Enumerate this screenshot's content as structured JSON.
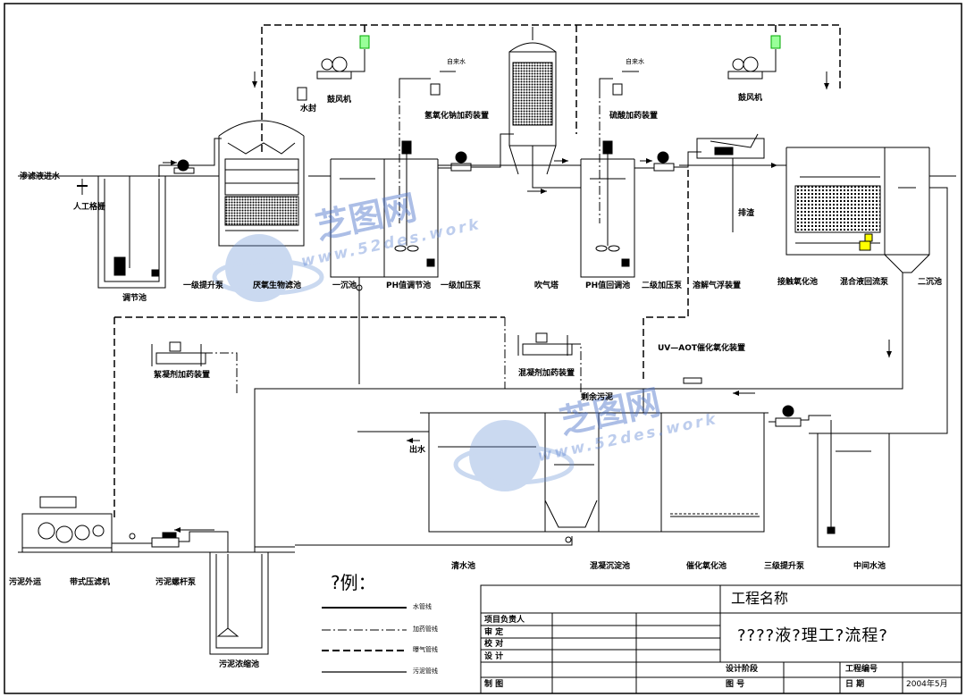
{
  "diagram": {
    "inlet_label": "渗滤液进水",
    "units": {
      "manual_screen": "人工格栅",
      "regulating_tank": "调节池",
      "primary_lift_pump": "一级提升泵",
      "anaerobic_filter": "厌氧生物滤池",
      "primary_settling": "一沉池",
      "ph_adjust_tank": "PH值调节池",
      "primary_booster_pump": "一级加压泵",
      "stripping_tower": "吹气塔",
      "ph_return_tank": "PH值回调池",
      "secondary_booster_pump": "二级加压泵",
      "dissolved_air_flotation": "溶解气浮装置",
      "contact_oxidation": "接触氧化池",
      "mixed_liquor_pump": "混合液回流泵",
      "secondary_settling": "二沉池",
      "blower_left": "鼓风机",
      "blower_right": "鼓风机",
      "water_seal": "水封",
      "naoh_dosing": "氢氧化钠加药装置",
      "acid_dosing": "硫酸加药装置",
      "tap_water_1": "自来水",
      "tap_water_2": "自来水",
      "discharge": "排渣",
      "pac_dosing": "絮凝剂加药装置",
      "coagulant_dosing": "混凝剂加药装置",
      "uv_aot": "UV—AOT催化氧化装置",
      "excess_sludge": "剩余污泥",
      "outlet": "出水",
      "clear_water_tank": "清水池",
      "coag_settling": "混凝沉淀池",
      "catalytic_oxidation": "催化氧化池",
      "tertiary_lift_pump": "三级提升泵",
      "intermediate_tank": "中间水池",
      "sludge_export": "污泥外运",
      "belt_filter_press": "带式压滤机",
      "sludge_screw_pump": "污泥螺杆泵",
      "sludge_thickener": "污泥浓缩池"
    },
    "watermark": {
      "brand": "芝图网",
      "url": "www.52des.work"
    }
  },
  "legend": {
    "title": "?例：",
    "items": [
      "水管线",
      "加药管线",
      "曝气管线",
      "污泥管线"
    ]
  },
  "title_block": {
    "project_name_label": "工程名称",
    "drawing_title": "????液?理工?流程?",
    "project_lead": "项目负责人",
    "review": "审    定",
    "check": "校    对",
    "design": "设    计",
    "draw": "制    图",
    "design_stage": "设计阶段",
    "drawing_no": "图      号",
    "project_no": "工程编号",
    "date_label": "日      期",
    "date_value": "2004年5月"
  }
}
